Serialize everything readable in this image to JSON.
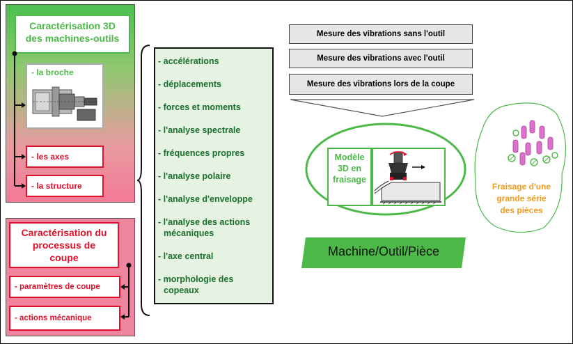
{
  "machine_tools": {
    "title_line1": "Caractérisation 3D",
    "title_line2": "des machines-outils",
    "broche": "- la broche",
    "axes": "- les axes",
    "structure": "- la structure"
  },
  "cutting_process": {
    "title_line1": "Caractérisation du",
    "title_line2": "processus de",
    "title_line3": "coupe",
    "params": "- paramètres de coupe",
    "actions": "- actions mécanique"
  },
  "analysis_list": [
    "- accélérations",
    "- déplacements",
    "- forces et moments",
    "- l'analyse spectrale",
    "- fréquences propres",
    "- l'analyse polaire",
    "- l'analyse d'enveloppe",
    "- l'analyse des actions",
    "mécaniques",
    "- l'axe central",
    "- morphologie des",
    "copeaux"
  ],
  "measurements": [
    "Mesure des vibrations sans l'outil",
    "Mesure des vibrations avec l'outil",
    "Mesure des vibrations lors de la coupe"
  ],
  "model": {
    "line1": "Modèle",
    "line2": "3D en",
    "line3": "fraisage"
  },
  "banner": "Machine/Outil/Pièce",
  "production": {
    "line1": "Fraisage d'une",
    "line2": "grande série",
    "line3": "des pièces"
  },
  "colors": {
    "green": "#4cb848",
    "red": "#e0102c",
    "orange": "#f39a1c",
    "pink": "#f07a9a",
    "piece": "#e070d0"
  }
}
